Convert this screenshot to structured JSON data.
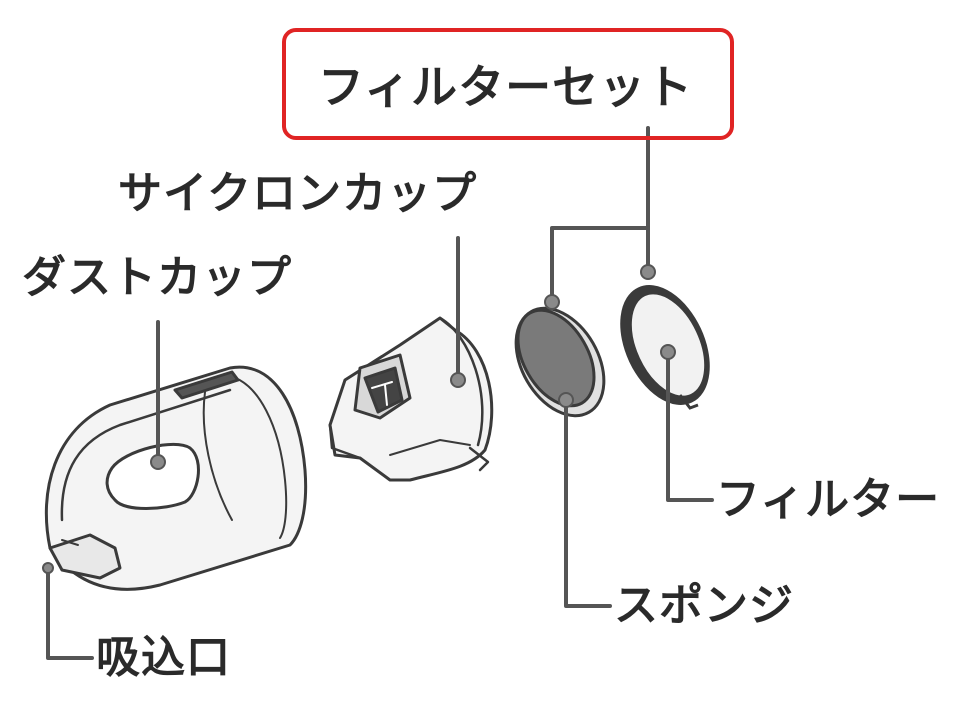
{
  "title": {
    "label": "フィルターセット",
    "highlight_color": "#e02424"
  },
  "parts": {
    "cyclone_cup": "サイクロンカップ",
    "dust_cup": "ダストカップ",
    "filter": "フィルター",
    "sponge": "スポンジ",
    "inlet": "吸込口"
  },
  "colors": {
    "outline": "#3a3a3a",
    "leader": "#555555",
    "part_fill": "#f2f2f2",
    "sponge_fill": "#7a7a7a",
    "text": "#2a2a2a"
  }
}
